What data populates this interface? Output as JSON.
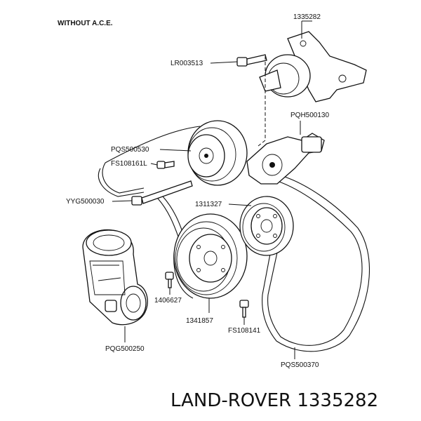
{
  "header_note": "WITHOUT A.C.E.",
  "brand_caption": "LAND-ROVER 1335282",
  "part_labels": {
    "p1335282": "1335282",
    "lr003513": "LR003513",
    "pqh500130": "PQH500130",
    "pqs500530": "PQS500530",
    "fs108161l": "FS108161L",
    "yyg500030": "YYG500030",
    "p1311327": "1311327",
    "p1406627": "1406627",
    "p1341857": "1341857",
    "fs108141": "FS108141",
    "pqg500250": "PQG500250",
    "pqs500370": "PQS500370"
  }
}
